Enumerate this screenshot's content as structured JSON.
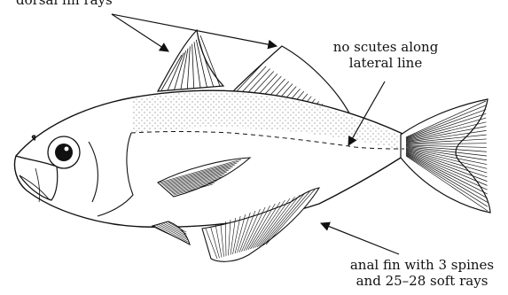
{
  "labels": {
    "top_partial": "dorsal fin rays",
    "lateral_line_1": "no scutes along",
    "lateral_line_2": "lateral line",
    "anal_fin_1": "anal fin with 3 spines",
    "anal_fin_2": "and 25–28 soft rays"
  },
  "colors": {
    "ink": "#111111",
    "background": "#ffffff"
  }
}
